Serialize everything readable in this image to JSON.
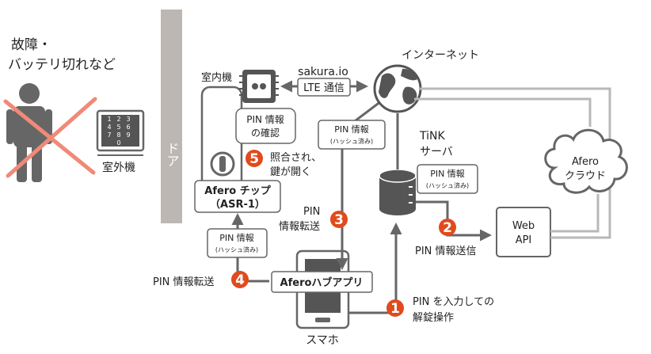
{
  "colors": {
    "wall": "#bdb7b4",
    "line": "#666666",
    "light_line": "#b8b8b8",
    "badge": "#e04a1c",
    "cross": "#f08a78",
    "person": "#666666"
  },
  "labels": {
    "failure_line1": "故障・",
    "failure_line2": "バッテリ切れなど",
    "outdoor_unit": "室外機",
    "door": "ドア",
    "indoor_unit": "室内機",
    "sakura": "sakura.io",
    "lte": "LTE 通信",
    "internet": "インターネット",
    "tink_line1": "TiNK",
    "tink_line2": "サーバ",
    "afero_cloud_line1": "Afero",
    "afero_cloud_line2": "クラウド",
    "web_api_line1": "Web",
    "web_api_line2": "API",
    "pin_confirm_line1": "PIN 情報",
    "pin_confirm_line2": "の確認",
    "matched_line1": "照合され、",
    "matched_line2": "鍵が開く",
    "afero_chip_line1": "Afero チップ",
    "afero_chip_line2": "（ASR-1）",
    "pin_hash_a_line1": "PIN 情報",
    "pin_hash_a_line2": "(ハッシュ済み)",
    "pin_hash_b_line1": "PIN 情報",
    "pin_hash_b_line2": "(ハッシュ済み)",
    "pin_hash_c_line1": "PIN 情報",
    "pin_hash_c_line2": "(ハッシュ済み)",
    "step3_line1": "PIN",
    "step3_line2": "情報転送",
    "step2_text": "PIN 情報送信",
    "step4_text": "PIN 情報転送",
    "hub_app": "Aferoハブアプリ",
    "step1_line1": "PIN を入力しての",
    "step1_line2": "解錠操作",
    "smartphone": "スマホ",
    "keypad": [
      "1",
      "2",
      "3",
      "4",
      "5",
      "6",
      "7",
      "8",
      "9",
      "0"
    ]
  },
  "badges": [
    "1",
    "2",
    "3",
    "4",
    "5"
  ]
}
